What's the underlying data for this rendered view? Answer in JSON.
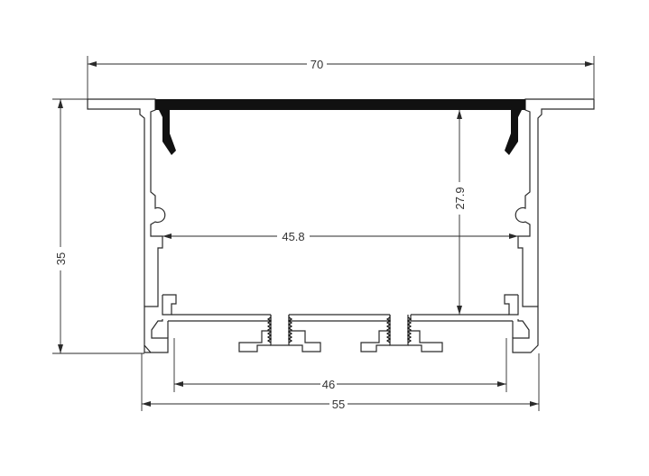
{
  "dimensions": {
    "flange_width": "70",
    "total_height": "35",
    "inner_height": "27.9",
    "inner_width": "45.8",
    "bottom_inner_width": "46",
    "body_width": "55"
  },
  "colors": {
    "line": "#2a2a2a",
    "diffuser": "#111111",
    "background": "#ffffff"
  }
}
